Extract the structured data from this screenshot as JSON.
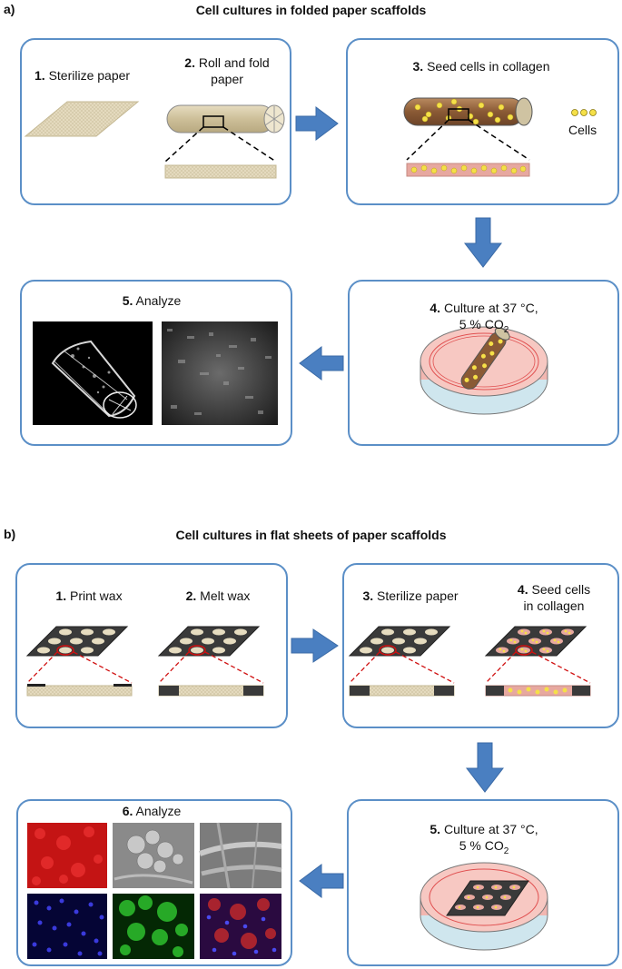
{
  "section_a": {
    "letter": "a)",
    "title": "Cell cultures in folded paper scaffolds",
    "steps": [
      {
        "num": "1.",
        "text": "Sterilize paper"
      },
      {
        "num": "2.",
        "text": "Roll and fold",
        "text2": "paper"
      },
      {
        "num": "3.",
        "text": "Seed cells in collagen"
      },
      {
        "num": "4.",
        "text": "Culture at 37 °C,",
        "text2": "5 % CO",
        "sub": "2"
      },
      {
        "num": "5.",
        "text": "Analyze"
      }
    ],
    "cells_label": "Cells"
  },
  "section_b": {
    "letter": "b)",
    "title": "Cell cultures in flat sheets of paper scaffolds",
    "steps": [
      {
        "num": "1.",
        "text": "Print wax"
      },
      {
        "num": "2.",
        "text": "Melt wax"
      },
      {
        "num": "3.",
        "text": "Sterilize paper"
      },
      {
        "num": "4.",
        "text": "Seed cells",
        "text2": "in collagen"
      },
      {
        "num": "5.",
        "text": "Culture at 37 °C,",
        "text2": "5 % CO",
        "sub": "2"
      },
      {
        "num": "6.",
        "text": "Analyze"
      }
    ]
  },
  "colors": {
    "box_border": "#5b8fc7",
    "arrow_fill": "#4a7fc1",
    "paper": "#e6dcc0",
    "wax": "#3a3a3a",
    "cell": "#f5e048",
    "collagen": "#e7a8a0",
    "dish_pink": "#f2b6b0",
    "dish_base": "#cfe6ee",
    "fluor_red": "#d81c1c",
    "fluor_blue": "#1a1a9a",
    "fluor_green": "#22a822"
  }
}
